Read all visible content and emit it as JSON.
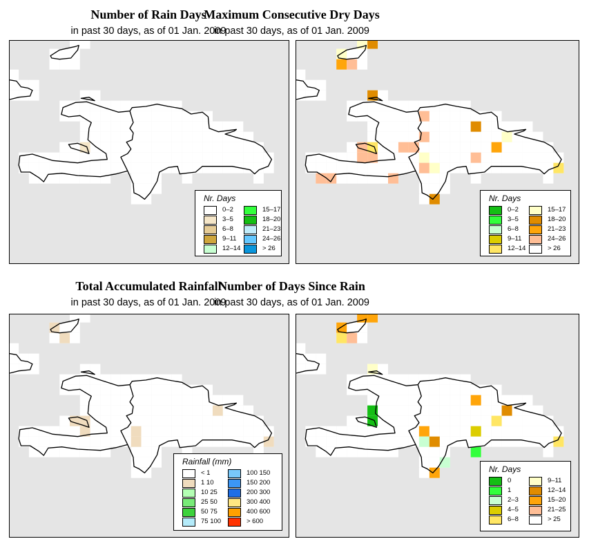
{
  "panels": [
    {
      "title": "Number of Rain Days",
      "subtitle": "in past 30 days, as of  01 Jan. 2009",
      "legend_title": "Nr. Days",
      "legend": [
        {
          "label": "0–2",
          "color": "#ffffff"
        },
        {
          "label": "3–5",
          "color": "#f5e6c8"
        },
        {
          "label": "6–8",
          "color": "#e6cc96"
        },
        {
          "label": "9–11",
          "color": "#cfa63c"
        },
        {
          "label": "12–14",
          "color": "#c8ffd2"
        },
        {
          "label": "15–17",
          "color": "#32ff3c"
        },
        {
          "label": "18–20",
          "color": "#14be14"
        },
        {
          "label": "21–23",
          "color": "#c0ecfa"
        },
        {
          "label": "24–26",
          "color": "#64c8ff"
        },
        {
          "label": "> 26",
          "color": "#0a96dc"
        }
      ],
      "cells": [
        {
          "lon": -72.875,
          "lat": 18.625,
          "cls": 1
        }
      ]
    },
    {
      "title": "Maximum Consecutive Dry Days",
      "subtitle": "in past 30 days, as of  01 Jan. 2009",
      "legend_title": "Nr. Days",
      "legend": [
        {
          "label": "0–2",
          "color": "#14be14"
        },
        {
          "label": "3–5",
          "color": "#32ff3c"
        },
        {
          "label": "6–8",
          "color": "#c8ffd2"
        },
        {
          "label": "9–11",
          "color": "#dccd00"
        },
        {
          "label": "12–14",
          "color": "#ffe664"
        },
        {
          "label": "15–17",
          "color": "#ffffc8"
        },
        {
          "label": "18–20",
          "color": "#e08c00"
        },
        {
          "label": "21–23",
          "color": "#ffa50a"
        },
        {
          "label": "24–26",
          "color": "#ffbe96"
        },
        {
          "label": "> 26",
          "color": "#ffffff"
        }
      ],
      "cells": [
        {
          "lon": -73.125,
          "lat": 21.125,
          "cls": 5
        },
        {
          "lon": -72.875,
          "lat": 21.125,
          "cls": 6
        },
        {
          "lon": -73.625,
          "lat": 20.875,
          "cls": 5
        },
        {
          "lon": -73.625,
          "lat": 20.625,
          "cls": 7
        },
        {
          "lon": -73.375,
          "lat": 20.625,
          "cls": 8
        },
        {
          "lon": -72.875,
          "lat": 19.875,
          "cls": 6
        },
        {
          "lon": -71.625,
          "lat": 19.375,
          "cls": 8
        },
        {
          "lon": -70.375,
          "lat": 19.125,
          "cls": 6
        },
        {
          "lon": -71.625,
          "lat": 18.875,
          "cls": 8
        },
        {
          "lon": -69.625,
          "lat": 18.875,
          "cls": 5
        },
        {
          "lon": -73.125,
          "lat": 18.625,
          "cls": 8
        },
        {
          "lon": -72.875,
          "lat": 18.625,
          "cls": 4
        },
        {
          "lon": -72.125,
          "lat": 18.625,
          "cls": 8
        },
        {
          "lon": -71.875,
          "lat": 18.625,
          "cls": 8
        },
        {
          "lon": -69.875,
          "lat": 18.625,
          "cls": 7
        },
        {
          "lon": -73.125,
          "lat": 18.375,
          "cls": 8
        },
        {
          "lon": -72.875,
          "lat": 18.375,
          "cls": 8
        },
        {
          "lon": -71.625,
          "lat": 18.375,
          "cls": 5
        },
        {
          "lon": -70.375,
          "lat": 18.375,
          "cls": 8
        },
        {
          "lon": -71.625,
          "lat": 18.125,
          "cls": 8
        },
        {
          "lon": -71.375,
          "lat": 18.125,
          "cls": 5
        },
        {
          "lon": -68.375,
          "lat": 18.125,
          "cls": 4
        },
        {
          "lon": -74.125,
          "lat": 17.875,
          "cls": 8
        },
        {
          "lon": -73.875,
          "lat": 17.875,
          "cls": 8
        },
        {
          "lon": -72.375,
          "lat": 17.875,
          "cls": 8
        },
        {
          "lon": -71.375,
          "lat": 17.375,
          "cls": 6
        }
      ]
    },
    {
      "title": "Total Accumulated Rainfall",
      "subtitle": "in past 30 days, as of  01 Jan. 2009",
      "legend_title": "Rainfall (mm)",
      "legend": [
        {
          "label": "< 1",
          "color": "#ffffff"
        },
        {
          "label": "1   10",
          "color": "#f0dcbe"
        },
        {
          "label": "10   25",
          "color": "#b4ffb4"
        },
        {
          "label": "25   50",
          "color": "#78eb78"
        },
        {
          "label": "50   75",
          "color": "#3cd23c"
        },
        {
          "label": "75  100",
          "color": "#b4ebfa"
        },
        {
          "label": "100  150",
          "color": "#78c8fa"
        },
        {
          "label": "150  200",
          "color": "#3c96f5"
        },
        {
          "label": "200  300",
          "color": "#1e6ee6"
        },
        {
          "label": "300  400",
          "color": "#ffe682"
        },
        {
          "label": "400  600",
          "color": "#ffa000"
        },
        {
          "label": "> 600",
          "color": "#ff3200"
        }
      ],
      "cells": [
        {
          "lon": -73.625,
          "lat": 20.875,
          "cls": 1
        },
        {
          "lon": -73.375,
          "lat": 20.625,
          "cls": 1
        },
        {
          "lon": -69.625,
          "lat": 18.875,
          "cls": 1
        },
        {
          "lon": -73.125,
          "lat": 18.625,
          "cls": 1
        },
        {
          "lon": -72.875,
          "lat": 18.625,
          "cls": 1
        },
        {
          "lon": -72.875,
          "lat": 18.375,
          "cls": 1
        },
        {
          "lon": -71.625,
          "lat": 18.375,
          "cls": 1
        },
        {
          "lon": -71.625,
          "lat": 18.125,
          "cls": 1
        },
        {
          "lon": -68.375,
          "lat": 18.125,
          "cls": 1
        }
      ]
    },
    {
      "title": "Number of Days Since Rain",
      "subtitle": "in past 30 days, as of  01 Jan. 2009",
      "legend_title": "Nr. Days",
      "legend": [
        {
          "label": "0",
          "color": "#14be14"
        },
        {
          "label": "1",
          "color": "#32ff3c"
        },
        {
          "label": "2–3",
          "color": "#c8ffd2"
        },
        {
          "label": "4–5",
          "color": "#dccd00"
        },
        {
          "label": "6–8",
          "color": "#ffe664"
        },
        {
          "label": "9–11",
          "color": "#ffffc8"
        },
        {
          "label": "12–14",
          "color": "#e08c00"
        },
        {
          "label": "15–20",
          "color": "#ffa50a"
        },
        {
          "label": "21–25",
          "color": "#ffbe96"
        },
        {
          "label": "> 25",
          "color": "#ffffff"
        }
      ],
      "cells": [
        {
          "lon": -73.125,
          "lat": 21.125,
          "cls": 7
        },
        {
          "lon": -72.875,
          "lat": 21.125,
          "cls": 7
        },
        {
          "lon": -73.625,
          "lat": 20.875,
          "cls": 7
        },
        {
          "lon": -73.625,
          "lat": 20.625,
          "cls": 4
        },
        {
          "lon": -73.375,
          "lat": 20.625,
          "cls": 8
        },
        {
          "lon": -72.875,
          "lat": 19.875,
          "cls": 5
        },
        {
          "lon": -70.375,
          "lat": 19.125,
          "cls": 7
        },
        {
          "lon": -72.875,
          "lat": 18.875,
          "cls": 0
        },
        {
          "lon": -69.625,
          "lat": 18.875,
          "cls": 6
        },
        {
          "lon": -72.875,
          "lat": 18.625,
          "cls": 0
        },
        {
          "lon": -69.875,
          "lat": 18.625,
          "cls": 4
        },
        {
          "lon": -71.625,
          "lat": 18.375,
          "cls": 7
        },
        {
          "lon": -70.375,
          "lat": 18.375,
          "cls": 3
        },
        {
          "lon": -71.625,
          "lat": 18.125,
          "cls": 2
        },
        {
          "lon": -71.375,
          "lat": 18.125,
          "cls": 6
        },
        {
          "lon": -68.375,
          "lat": 18.125,
          "cls": 4
        },
        {
          "lon": -70.375,
          "lat": 17.875,
          "cls": 1
        },
        {
          "lon": -71.125,
          "lat": 17.625,
          "cls": 2
        },
        {
          "lon": -71.375,
          "lat": 17.375,
          "cls": 7
        }
      ]
    }
  ]
}
